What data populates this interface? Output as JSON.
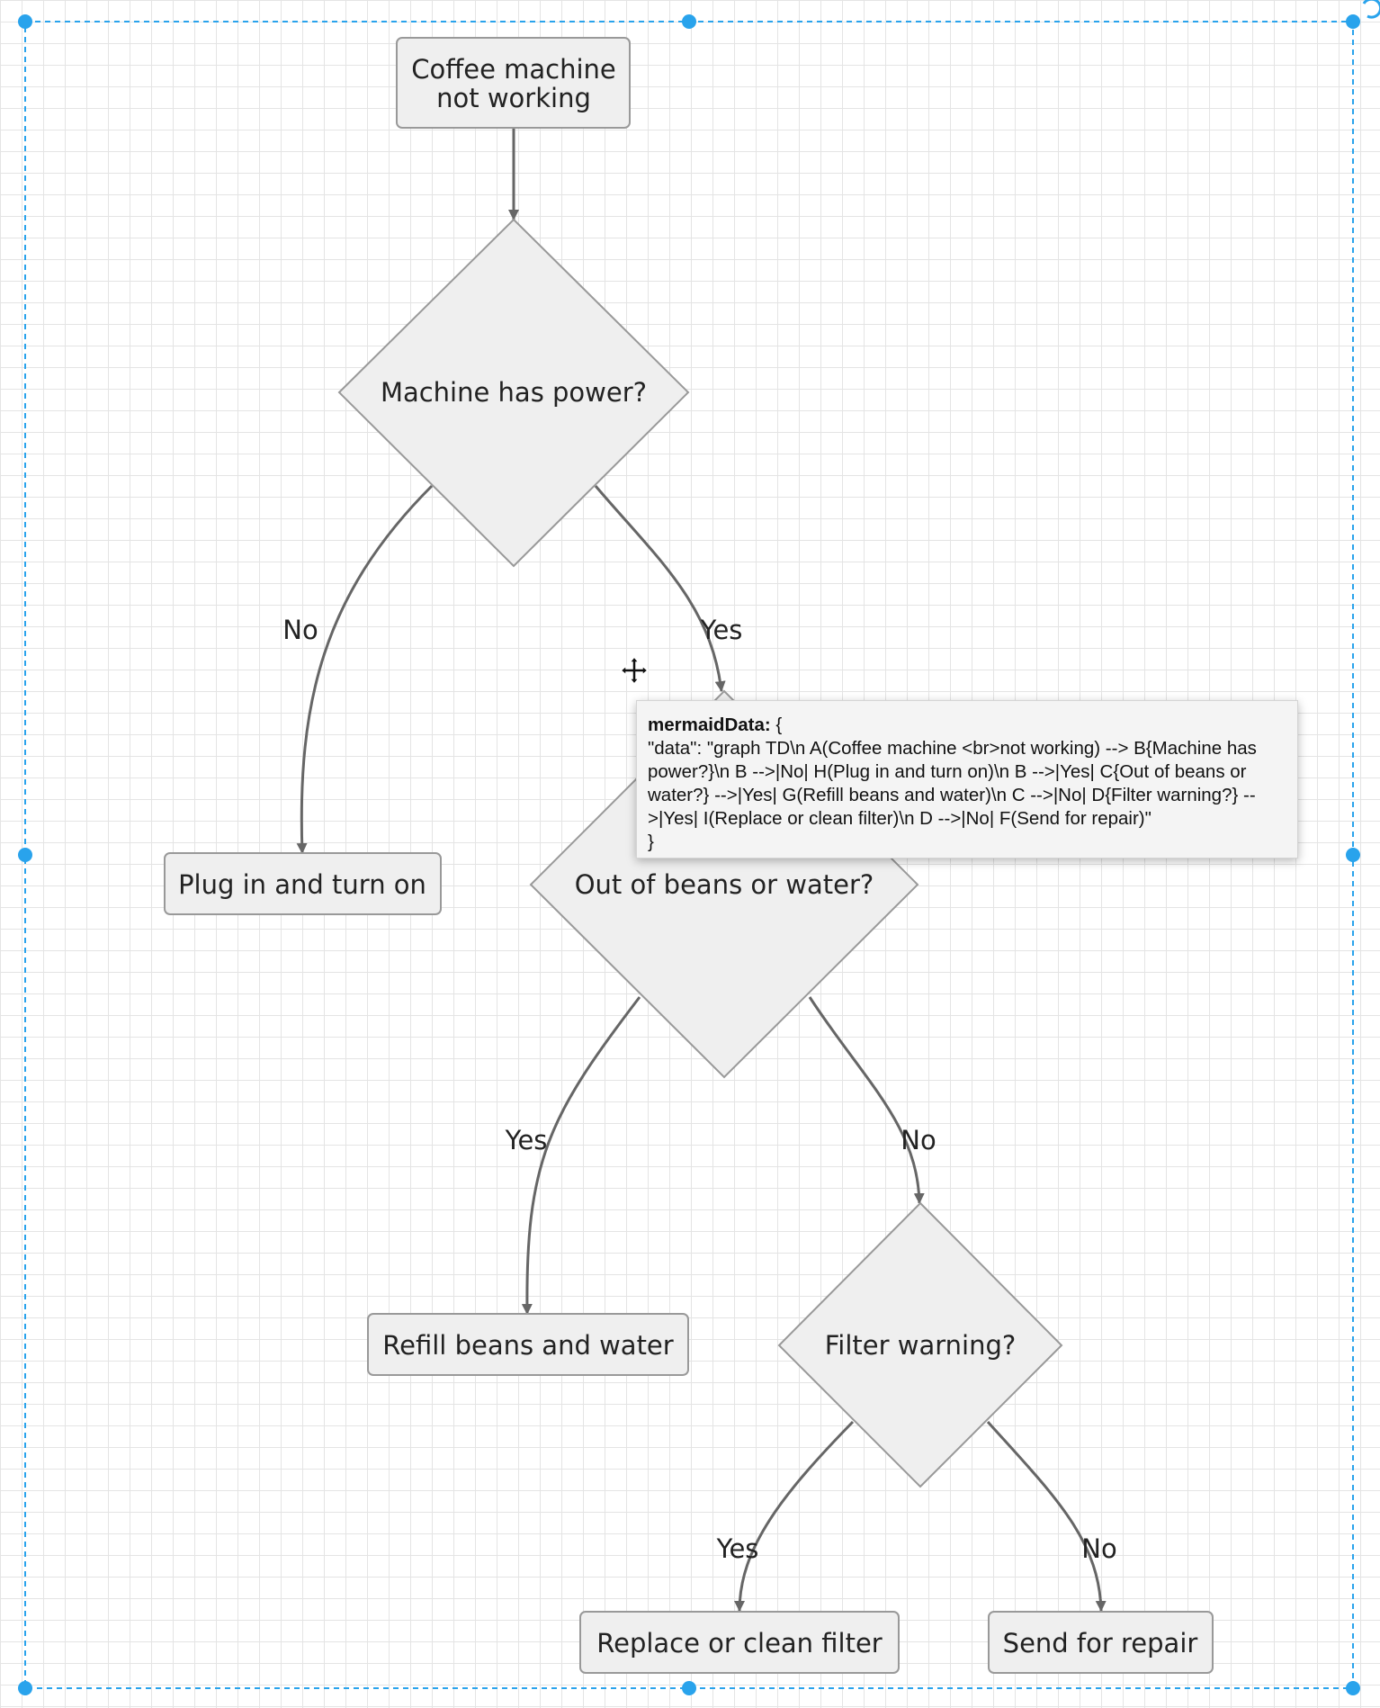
{
  "diagram": {
    "nodes": [
      {
        "id": "A",
        "shape": "rounded-rect",
        "lines": [
          "Coffee machine",
          "not working"
        ]
      },
      {
        "id": "B",
        "shape": "diamond",
        "lines": [
          "Machine has power?"
        ]
      },
      {
        "id": "H",
        "shape": "rounded-rect",
        "lines": [
          "Plug in and turn on"
        ]
      },
      {
        "id": "C",
        "shape": "diamond",
        "lines": [
          "Out of beans or water?"
        ]
      },
      {
        "id": "G",
        "shape": "rounded-rect",
        "lines": [
          "Refill beans and water"
        ]
      },
      {
        "id": "D",
        "shape": "diamond",
        "lines": [
          "Filter warning?"
        ]
      },
      {
        "id": "I",
        "shape": "rounded-rect",
        "lines": [
          "Replace or clean filter"
        ]
      },
      {
        "id": "F",
        "shape": "rounded-rect",
        "lines": [
          "Send for repair"
        ]
      }
    ],
    "edges": [
      {
        "from": "A",
        "to": "B",
        "label": ""
      },
      {
        "from": "B",
        "to": "H",
        "label": "No"
      },
      {
        "from": "B",
        "to": "C",
        "label": "Yes"
      },
      {
        "from": "C",
        "to": "G",
        "label": "Yes"
      },
      {
        "from": "C",
        "to": "D",
        "label": "No"
      },
      {
        "from": "D",
        "to": "I",
        "label": "Yes"
      },
      {
        "from": "D",
        "to": "F",
        "label": "No"
      }
    ]
  },
  "tooltip": {
    "key": "mermaidData:",
    "open": "{",
    "body": "\"data\": \"graph TD\\n A(Coffee machine <br>not working) --> B{Machine has power?}\\n B -->|No| H(Plug in and turn on)\\n B -->|Yes| C{Out of beans or water?} -->|Yes| G(Refill beans and water)\\n C -->|No| D{Filter warning?} -->|Yes| I(Replace or clean filter)\\n D -->|No| F(Send for repair)\"",
    "close": "}"
  },
  "icons": {
    "move": "move-arrows-icon",
    "handle": "selection-handle-icon"
  },
  "colors": {
    "node_fill": "#efefef",
    "node_stroke": "#999999",
    "edge": "#666666",
    "selection": "#29a3ec",
    "grid": "#e4e4e4"
  }
}
